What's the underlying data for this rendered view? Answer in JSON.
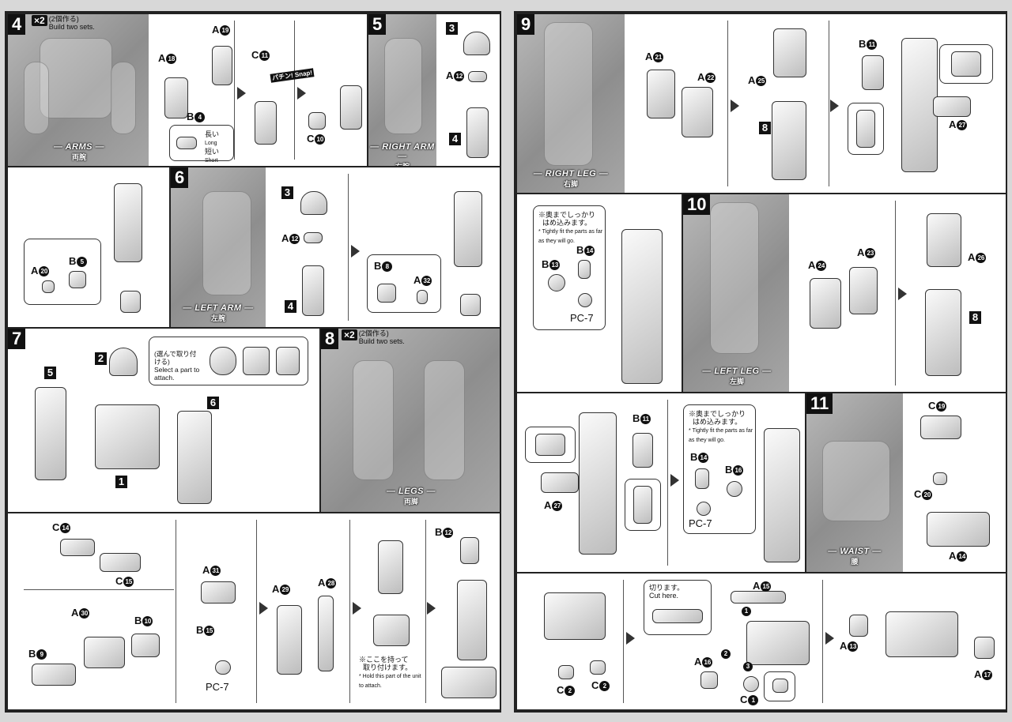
{
  "steps": {
    "s4": {
      "number": "4",
      "multiplier": "×2",
      "multiplier_jp": "(2個作る)",
      "multiplier_en": "Build two sets.",
      "caption": "— ARMS —",
      "caption_jp": "両腕"
    },
    "s5": {
      "number": "5",
      "caption": "— RIGHT ARM —",
      "caption_jp": "右腕"
    },
    "s6": {
      "number": "6",
      "caption": "— LEFT ARM —",
      "caption_jp": "左腕"
    },
    "s7": {
      "number": "7",
      "note_jp": "(選んで取り付ける)",
      "note_en": "Select a part to attach."
    },
    "s8": {
      "number": "8",
      "multiplier": "×2",
      "multiplier_jp": "(2個作る)",
      "multiplier_en": "Build two sets.",
      "caption": "— LEGS —",
      "caption_jp": "両脚"
    },
    "s9": {
      "number": "9",
      "caption": "— RIGHT LEG —",
      "caption_jp": "右脚"
    },
    "s10": {
      "number": "10",
      "caption": "— LEFT LEG —",
      "caption_jp": "左脚"
    },
    "s11": {
      "number": "11",
      "caption": "— WAIST —",
      "caption_jp": "腰"
    }
  },
  "labels": {
    "a18": "A",
    "a18n": "18",
    "a19": "A",
    "a19n": "19",
    "b4": "B",
    "b4n": "4",
    "c11": "C",
    "c11n": "11",
    "c10": "C",
    "c10n": "10",
    "long_jp": "長い",
    "long_en": "Long",
    "short_jp": "短い",
    "short_en": "Short",
    "snap": "パチン! Snap!",
    "a12": "A",
    "a12n": "12",
    "a20": "A",
    "a20n": "20",
    "b5": "B",
    "b5n": "5",
    "b8": "B",
    "b8n": "8",
    "a32": "A",
    "a32n": "32",
    "c14": "C",
    "c14n": "14",
    "c15": "C",
    "c15n": "15",
    "a30": "A",
    "a30n": "30",
    "b10": "B",
    "b10n": "10",
    "b9": "B",
    "b9n": "9",
    "a31": "A",
    "a31n": "31",
    "b15": "B",
    "b15n": "15",
    "pc7": "PC-7",
    "a29": "A",
    "a29n": "29",
    "a28": "A",
    "a28n": "28",
    "b12": "B",
    "b12n": "12",
    "hold_jp1": "※ここを持って",
    "hold_jp2": "取り付けます。",
    "hold_en": "* Hold this part of the unit to attach.",
    "a21": "A",
    "a21n": "21",
    "a22": "A",
    "a22n": "22",
    "a25": "A",
    "a25n": "25",
    "b11": "B",
    "b11n": "11",
    "a27": "A",
    "a27n": "27",
    "fit_jp1": "※奥までしっかり",
    "fit_jp2": "はめ込みます。",
    "fit_en": "* Tightly fit the parts as far as they will go.",
    "b13": "B",
    "b13n": "13",
    "b14": "B",
    "b14n": "14",
    "b16": "B",
    "b16n": "16",
    "a24": "A",
    "a24n": "24",
    "a23": "A",
    "a23n": "23",
    "a26": "A",
    "a26n": "26",
    "c19": "C",
    "c19n": "19",
    "c20": "C",
    "c20n": "20",
    "a14": "A",
    "a14n": "14",
    "cut_jp": "切ります。",
    "cut_en": "Cut here.",
    "a15": "A",
    "a15n": "15",
    "a16": "A",
    "a16n": "16",
    "c1": "C",
    "c1n": "1",
    "c2": "C",
    "c2n": "2",
    "a13": "A",
    "a13n": "13",
    "a17": "A",
    "a17n": "17"
  },
  "box_numbers": {
    "n1": "1",
    "n2": "2",
    "n3": "3",
    "n4": "4",
    "n5": "5",
    "n6": "6",
    "n8": "8"
  },
  "order_numbers": {
    "o1": "1",
    "o2": "2",
    "o3": "3"
  }
}
